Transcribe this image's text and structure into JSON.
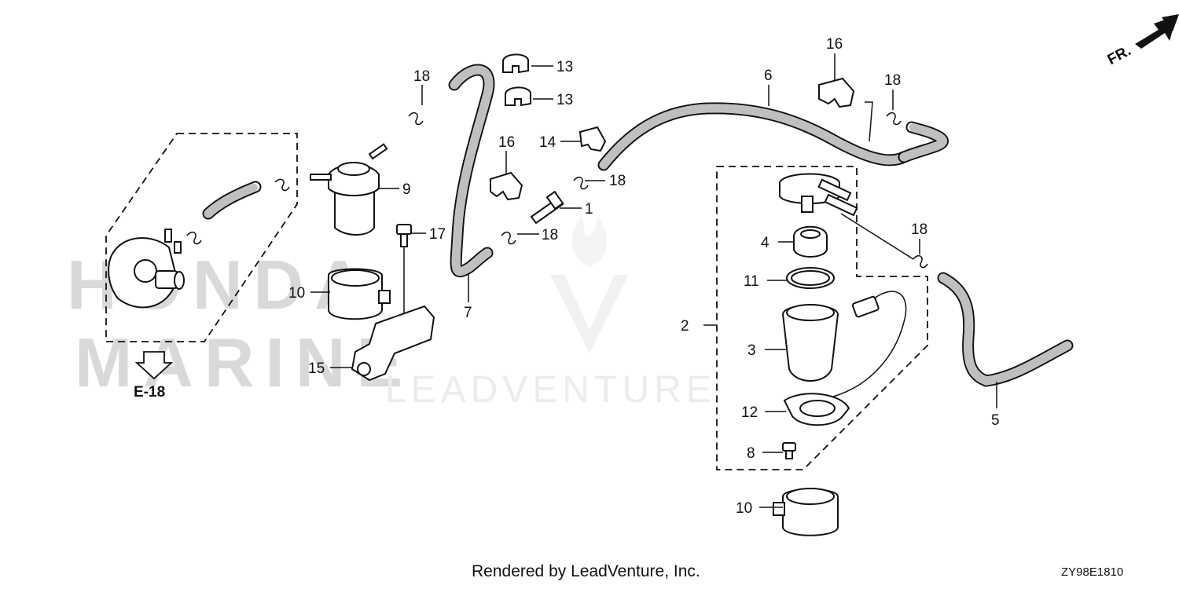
{
  "watermark": {
    "line1": "HONDA",
    "line2": "MARINE",
    "brand": "LEADVENTURE"
  },
  "direction": "FR.",
  "ref_label": "E-18",
  "footer": {
    "rendered_by": "Rendered by LeadVenture, Inc.",
    "diagram_code": "ZY98E1810"
  },
  "callouts": {
    "c1": "1",
    "c2": "2",
    "c3": "3",
    "c4": "4",
    "c5": "5",
    "c6": "6",
    "c7": "7",
    "c8": "8",
    "c9": "9",
    "c10a": "10",
    "c10b": "10",
    "c11": "11",
    "c12": "12",
    "c13a": "13",
    "c13b": "13",
    "c14": "14",
    "c15": "15",
    "c16a": "16",
    "c16b": "16",
    "c17": "17",
    "c18a": "18",
    "c18b": "18",
    "c18c": "18",
    "c18d": "18",
    "c18e": "18"
  },
  "colors": {
    "line": "#111111",
    "hose_fill": "#bfbfbf",
    "watermark": "#d9d9d9"
  }
}
